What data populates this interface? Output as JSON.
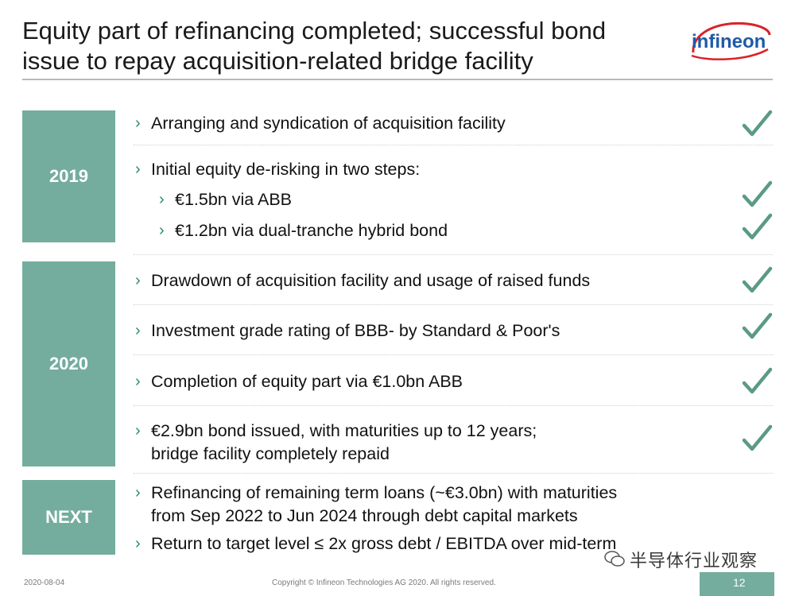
{
  "header": {
    "title_line1": "Equity part of refinancing completed; successful bond",
    "title_line2": "issue to repay acquisition-related bridge facility",
    "logo_text": "infineon"
  },
  "colors": {
    "accent": "#74ad9d",
    "chevron": "#2a8a72",
    "check": "#5a9a86"
  },
  "sections": {
    "y2019": {
      "label": "2019",
      "items": {
        "a": "Arranging and syndication of acquisition facility",
        "b": "Initial equity de-risking in two steps:",
        "b1": "€1.5bn via ABB",
        "b2": "€1.2bn via dual-tranche hybrid bond"
      }
    },
    "y2020": {
      "label": "2020",
      "items": {
        "a": "Drawdown of acquisition facility and usage of raised funds",
        "b": "Investment grade rating of BBB- by Standard & Poor's",
        "c": "Completion of equity part via €1.0bn ABB",
        "d1": "€2.9bn bond issued, with maturities up to 12 years;",
        "d2": "bridge facility completely repaid"
      }
    },
    "next": {
      "label": "NEXT",
      "items": {
        "a1": "Refinancing of remaining term loans (~€3.0bn) with maturities",
        "a2": "from Sep 2022 to Jun 2024 through debt capital markets",
        "b": "Return to target level ≤ 2x gross debt / EBITDA over mid-term"
      }
    }
  },
  "glyphs": {
    "chevron": "›",
    "check": "check-icon"
  },
  "footer": {
    "date": "2020-08-04",
    "copyright": "Copyright © Infineon Technologies AG 2020. All rights reserved.",
    "page": "12"
  },
  "watermark": {
    "text": "半导体行业观察"
  }
}
